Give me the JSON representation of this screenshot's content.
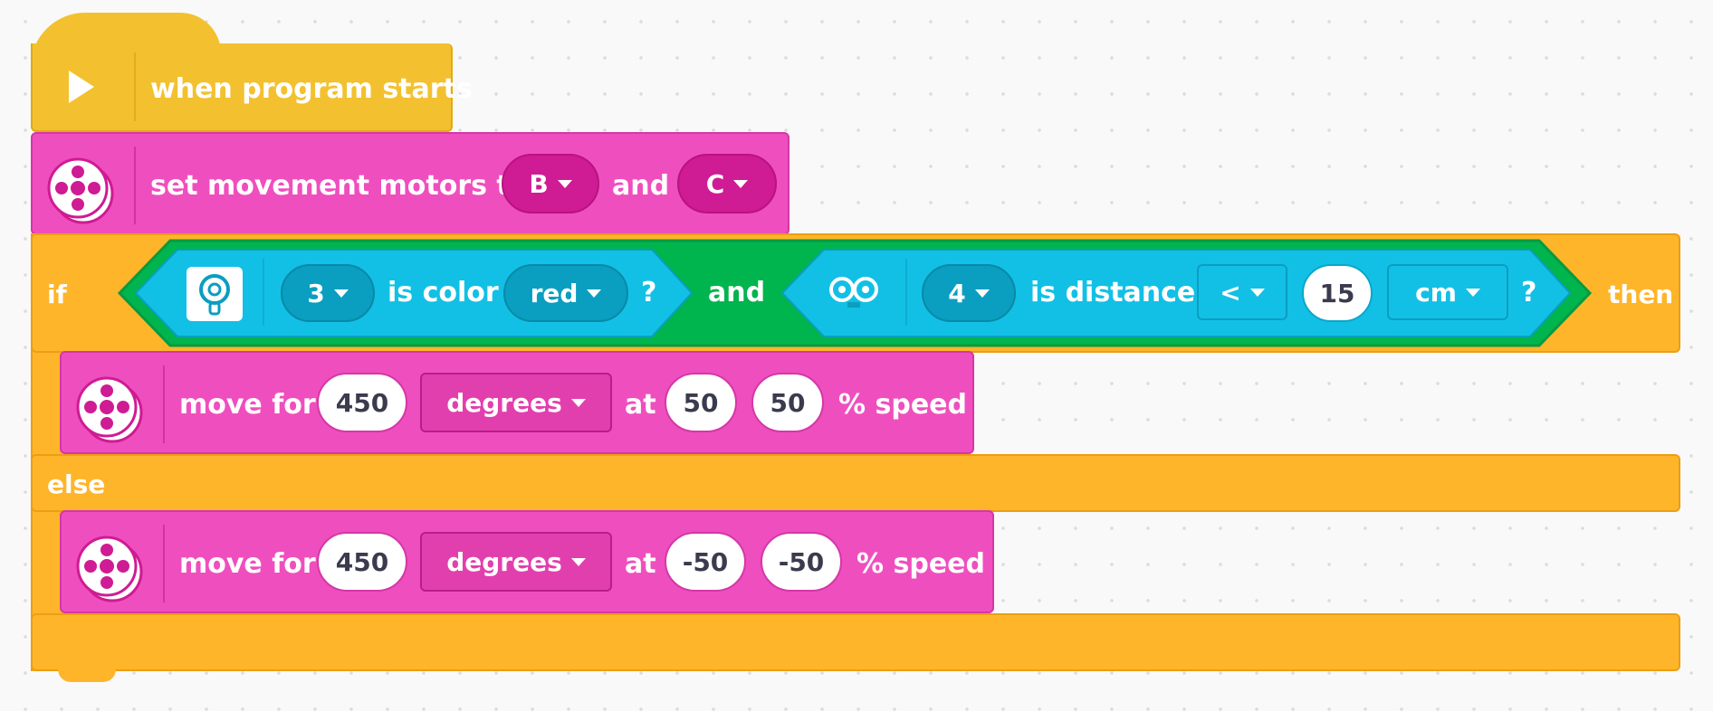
{
  "hat_block": {
    "label": "when program starts",
    "icon": "play-icon"
  },
  "set_motors_block": {
    "label": "set movement motors to",
    "port_a": "B",
    "joiner": "and",
    "port_b": "C",
    "icon": "motor-icon"
  },
  "if_block": {
    "if_label": "if",
    "then_label": "then",
    "else_label": "else",
    "and_label": "and",
    "color_condition": {
      "icon": "color-sensor-icon",
      "port": "3",
      "text": "is color",
      "color": "red",
      "q": "?"
    },
    "distance_condition": {
      "icon": "distance-sensor-icon",
      "port": "4",
      "text": "is distance",
      "comparator": "<",
      "value": "15",
      "unit": "cm",
      "q": "?"
    }
  },
  "move_blocks": [
    {
      "label": "move for",
      "amount": "450",
      "unit": "degrees",
      "at": "at",
      "left_speed": "50",
      "right_speed": "50",
      "suffix": "% speed"
    },
    {
      "label": "move for",
      "amount": "450",
      "unit": "degrees",
      "at": "at",
      "left_speed": "-50",
      "right_speed": "-50",
      "suffix": "% speed"
    }
  ],
  "colors": {
    "events": "#f3c12f",
    "movement": "#ef4fbe",
    "control": "#ffb52a",
    "operators": "#00b44e",
    "sensors": "#12c0e5"
  }
}
